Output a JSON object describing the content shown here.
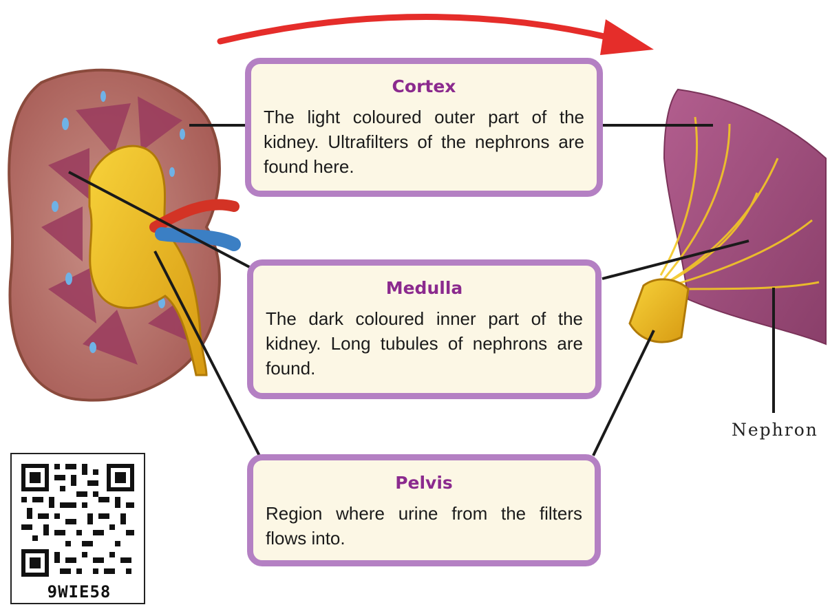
{
  "boxes": {
    "cortex": {
      "title": "Cortex",
      "text": "The light coloured outer part of the kidney. Ultrafilters of the nephrons are found here."
    },
    "medulla": {
      "title": "Medulla",
      "text": "The dark coloured inner part of the kidney. Long tubules of nephrons are found."
    },
    "pelvis": {
      "title": "Pelvis",
      "text": "Region where urine from the filters flows into."
    }
  },
  "labels": {
    "nephron": "Nephron"
  },
  "qr": {
    "code": "9WIE58"
  },
  "colors": {
    "box_border": "#b480c3",
    "box_fill": "#fcf7e5",
    "title": "#8b2a8e",
    "arrow": "#e52d2a"
  }
}
